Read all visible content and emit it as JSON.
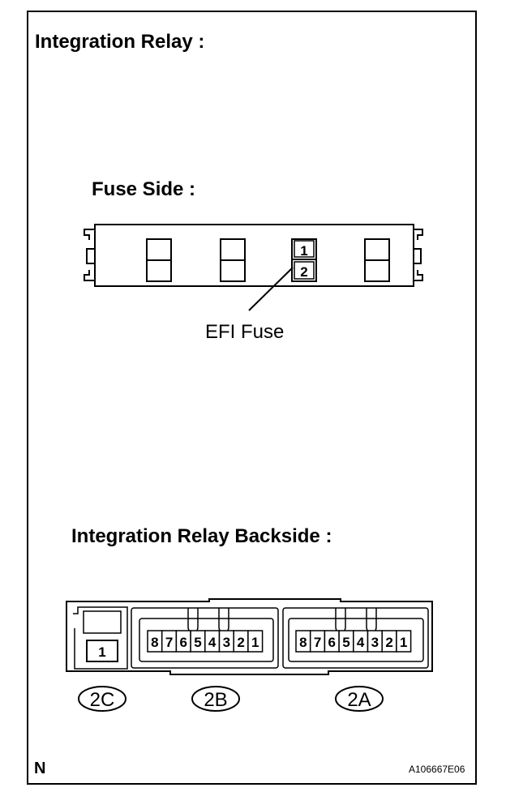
{
  "header": {
    "title": "Integration Relay :"
  },
  "fuse_side": {
    "label": "Fuse Side :",
    "efi_fuse": {
      "terminal_top": "1",
      "terminal_bottom": "2",
      "callout": "EFI Fuse"
    }
  },
  "backside": {
    "label": "Integration Relay Backside :",
    "connector_2c": {
      "id": "2C",
      "pins": [
        "1"
      ]
    },
    "connector_2b": {
      "id": "2B",
      "pins": [
        "8",
        "7",
        "6",
        "5",
        "4",
        "3",
        "2",
        "1"
      ]
    },
    "connector_2a": {
      "id": "2A",
      "pins": [
        "8",
        "7",
        "6",
        "5",
        "4",
        "3",
        "2",
        "1"
      ]
    }
  },
  "footer": {
    "left_mark": "N",
    "figure_code": "A106667E06"
  }
}
